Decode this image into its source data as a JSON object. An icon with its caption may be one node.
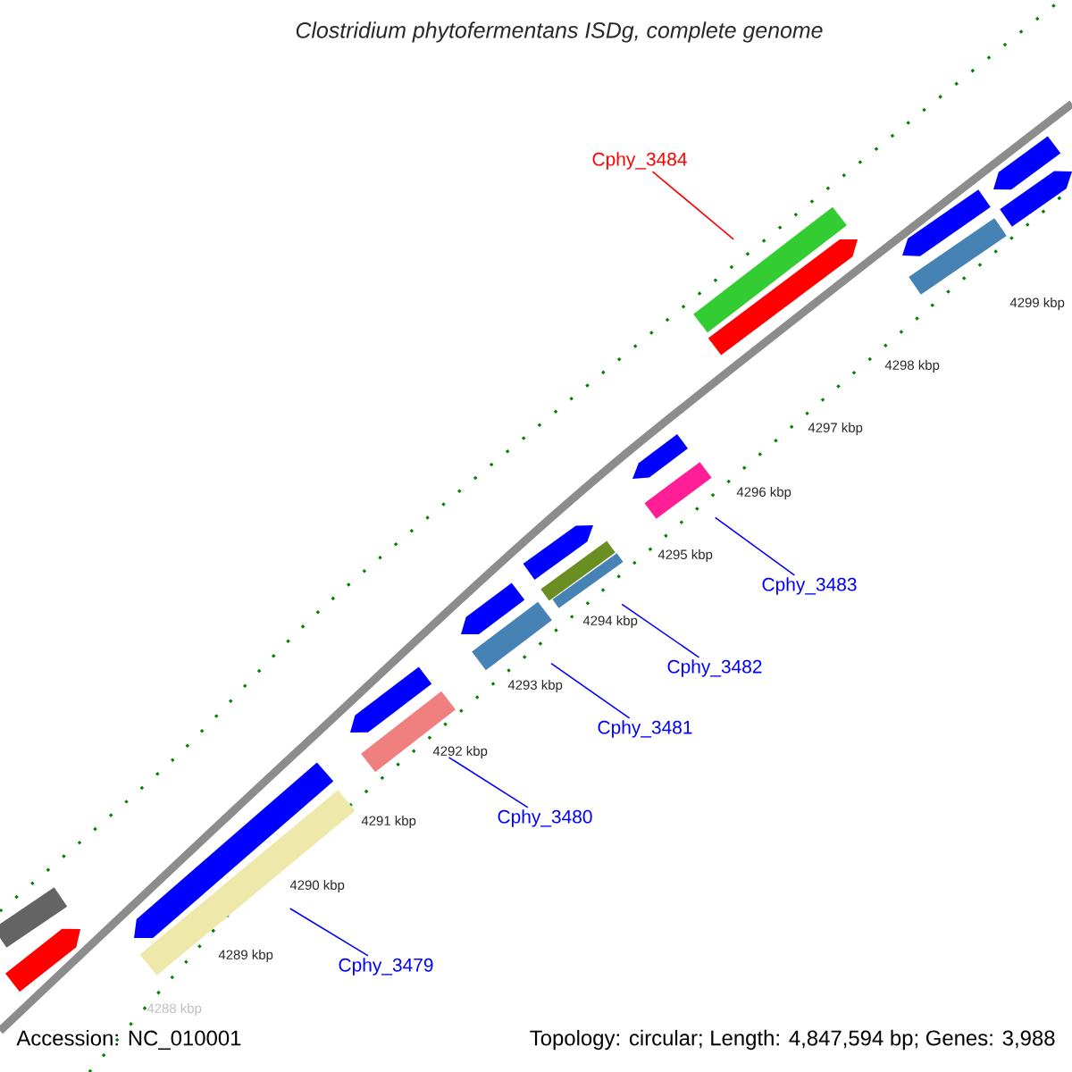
{
  "diagram": {
    "title": "Clostridium phytofermentans ISDg, complete genome",
    "nodes": [
      {
        "text": [
          "Cphy_3484"
        ]
      },
      {
        "text": [],
        "shape": "bar"
      },
      {
        "text": [
          "Cphy_3483"
        ]
      },
      {
        "text": [],
        "shape": "bar"
      },
      {
        "text": [
          "Cphy_3482"
        ]
      },
      {
        "text": [],
        "shape": "bar"
      },
      {
        "text": [
          "Cphy_3481"
        ]
      },
      {
        "text": [],
        "shape": "bar"
      },
      {
        "text": [
          "Cphy_3480"
        ]
      },
      {
        "text": [],
        "shape": "bar"
      },
      {
        "text": [
          "Cphy_3479"
        ]
      },
      {
        "text": [],
        "shape": "bar"
      },
      {
        "text": [],
        "shape": "bar"
      },
      {
        "text": [],
        "shape": "bar"
      },
      {
        "text": [],
        "shape": "bar"
      },
      {
        "text": [],
        "shape": "bar"
      },
      {
        "text": [],
        "shape": "bar"
      },
      {
        "text": [],
        "shape": "bar"
      },
      {
        "text": [],
        "shape": "bar"
      },
      {
        "text": [],
        "shape": "bar"
      },
      {
        "text": [],
        "shape": "bar"
      },
      {
        "text": [],
        "shape": "bar"
      },
      {
        "text": [],
        "shape": "bar"
      },
      {
        "text": [],
        "shape": "bar"
      },
      {
        "text": [],
        "shape": "bar"
      }
    ],
    "edges": [
      {
        "from": 0,
        "to": 1,
        "arrow": "none",
        "color": "#ff0000"
      },
      {
        "from": 2,
        "to": 3,
        "arrow": "none"
      },
      {
        "from": 4,
        "to": 5,
        "arrow": "none"
      },
      {
        "from": 6,
        "to": 7,
        "arrow": "none"
      },
      {
        "from": 8,
        "to": 9,
        "arrow": "none"
      },
      {
        "from": 10,
        "to": 11,
        "arrow": "none"
      }
    ],
    "labels": [
      "4299 kbp",
      "4298 kbp",
      "4297 kbp",
      "4296 kbp",
      "4295 kbp",
      "4294 kbp",
      "4293 kbp",
      "4292 kbp",
      "4291 kbp",
      "4290 kbp",
      "4289 kbp",
      "4288 kbp",
      "Accession: NC_010001",
      "Topology: circular; Length: 4,847,594 bp; Genes: 3,988"
    ]
  }
}
